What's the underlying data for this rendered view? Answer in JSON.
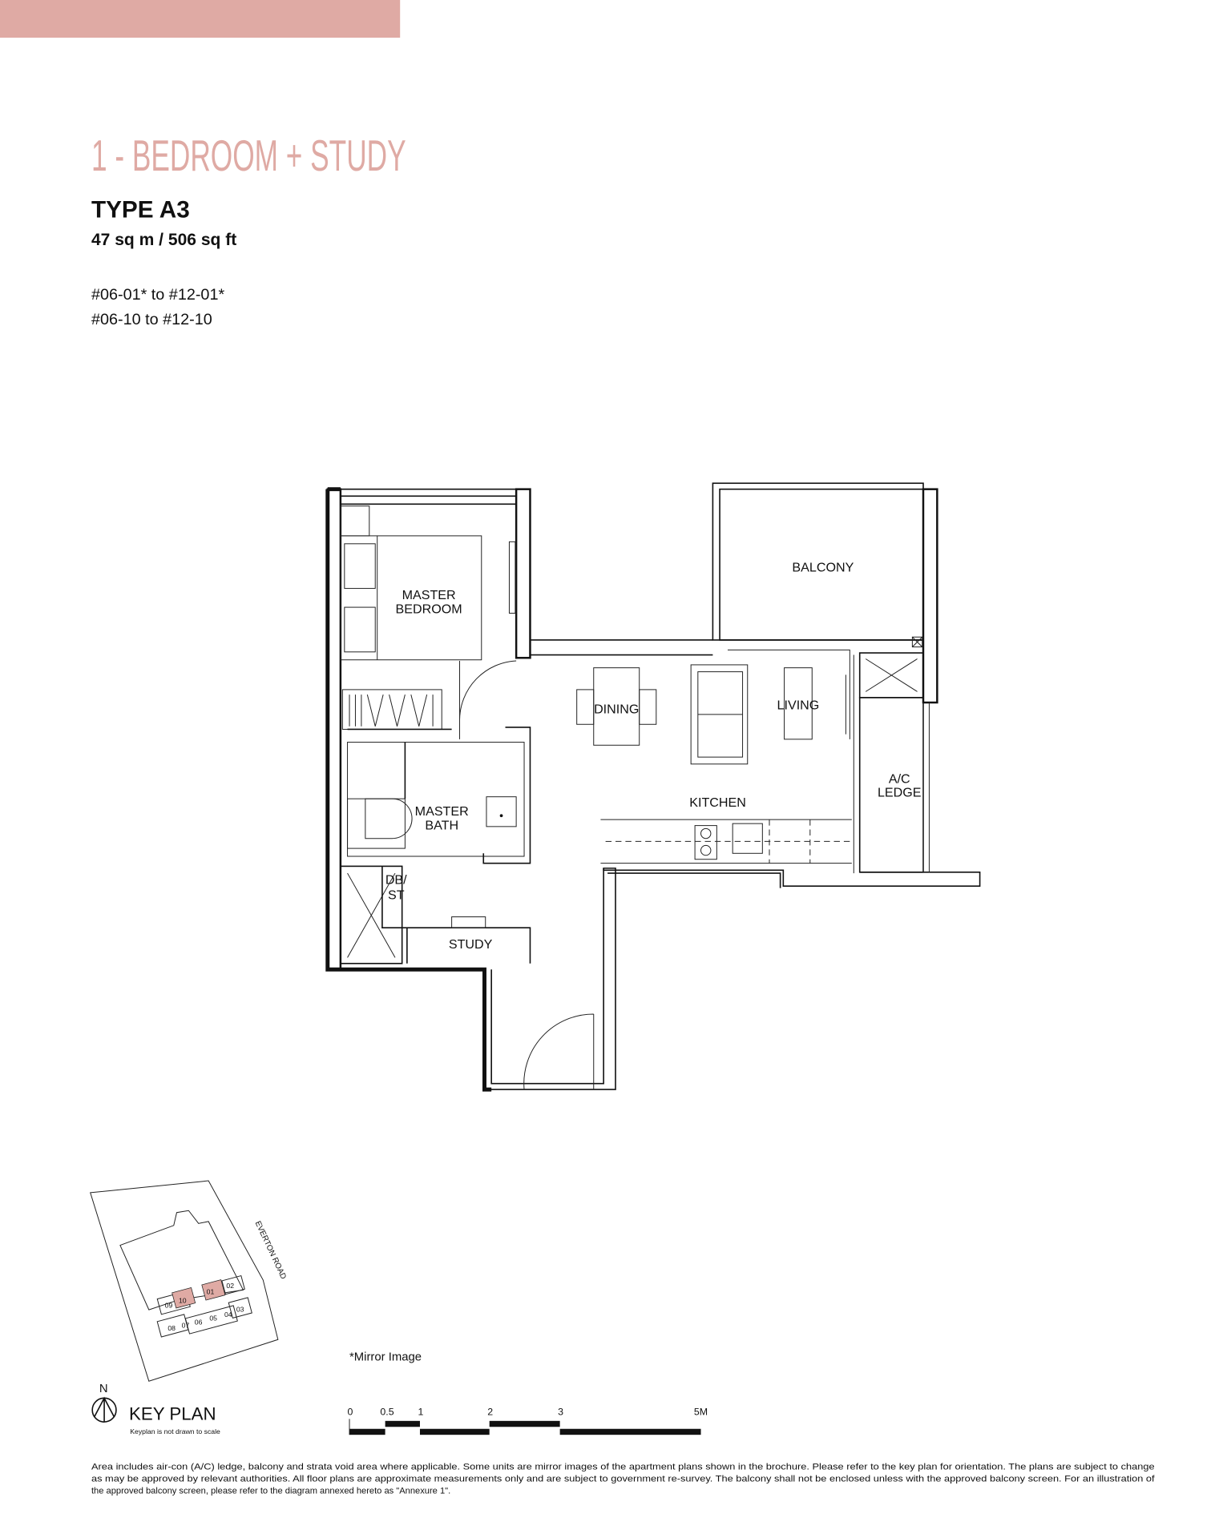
{
  "colors": {
    "accent": "#dfaaa4",
    "text": "#111111"
  },
  "header": {
    "category": "1 - BEDROOM + STUDY",
    "type": "TYPE A3",
    "area": "47 sq m / 506 sq ft",
    "units": [
      "#06-01* to #12-01*",
      "#06-10  to #12-10"
    ]
  },
  "floorplan": {
    "rooms": {
      "master_bedroom": [
        "MASTER",
        "BEDROOM"
      ],
      "master_bath": [
        "MASTER",
        "BATH"
      ],
      "balcony": "BALCONY",
      "dining": "DINING",
      "living": "LIVING",
      "kitchen": "KITCHEN",
      "ac_ledge": [
        "A/C",
        "LEDGE"
      ],
      "db_st": [
        "DB/",
        "ST"
      ],
      "study": "STUDY"
    }
  },
  "keyplan": {
    "title": "KEY PLAN",
    "note": "Keyplan is not drawn to scale",
    "north": "N",
    "road": "EVERTON ROAD",
    "unit_labels": [
      "01",
      "02",
      "03",
      "04",
      "05",
      "06",
      "07",
      "08",
      "09",
      "10"
    ],
    "highlighted_units": [
      "01",
      "10"
    ]
  },
  "mirror_note": "*Mirror Image",
  "scale_bar": {
    "ticks": [
      "0",
      "0.5",
      "1",
      "2",
      "3",
      "5M"
    ]
  },
  "footer": {
    "disclaimer": [
      "Area includes air-con (A/C) ledge, balcony and strata void area where applicable. Some units are mirror images of the apartment plans shown in the brochure. Please refer to the key plan for orientation. The plans are subject to change",
      "as may be approved by relevant authorities. All floor plans are approximate measurements only and are subject to government re-survey. The balcony shall not be enclosed unless with the approved balcony screen. For an illustration of",
      "the approved balcony screen, please refer to the diagram annexed hereto as \"Annexure 1\"."
    ]
  }
}
